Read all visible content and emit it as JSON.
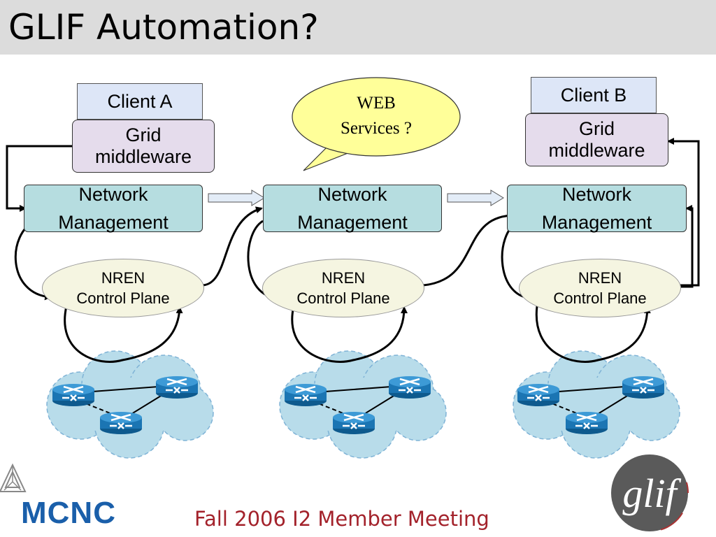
{
  "slide": {
    "title": "GLIF Automation?",
    "footer": "Fall 2006 I2 Member Meeting"
  },
  "clients": [
    {
      "name": "Client A",
      "middleware": [
        "Grid",
        "middleware"
      ]
    },
    {
      "name": "Client B",
      "middleware": [
        "Grid",
        "middleware"
      ]
    }
  ],
  "web_services": [
    "WEB",
    "Services ?"
  ],
  "network_management": [
    {
      "lines": [
        "Network",
        "Management"
      ]
    },
    {
      "lines": [
        "Network",
        "Management"
      ]
    },
    {
      "lines": [
        "Network",
        "Management"
      ]
    }
  ],
  "control_planes": [
    {
      "lines": [
        "NREN",
        "Control Plane"
      ]
    },
    {
      "lines": [
        "NREN",
        "Control Plane"
      ]
    },
    {
      "lines": [
        "NREN",
        "Control Plane"
      ]
    }
  ],
  "logos": {
    "left": "MCNC",
    "right": "glif"
  },
  "colors": {
    "title_bar": "#dcdcdc",
    "network_management": "#b6dde0",
    "middleware": "#e5dcec",
    "client": "#dde6f7",
    "control_plane": "#f5f5e1",
    "speech_bubble": "#ffff99",
    "cloud": "#b8dcea",
    "router": "#1b75b3",
    "footer_text": "#a3222b",
    "mcnc_blue": "#1a5faa"
  }
}
